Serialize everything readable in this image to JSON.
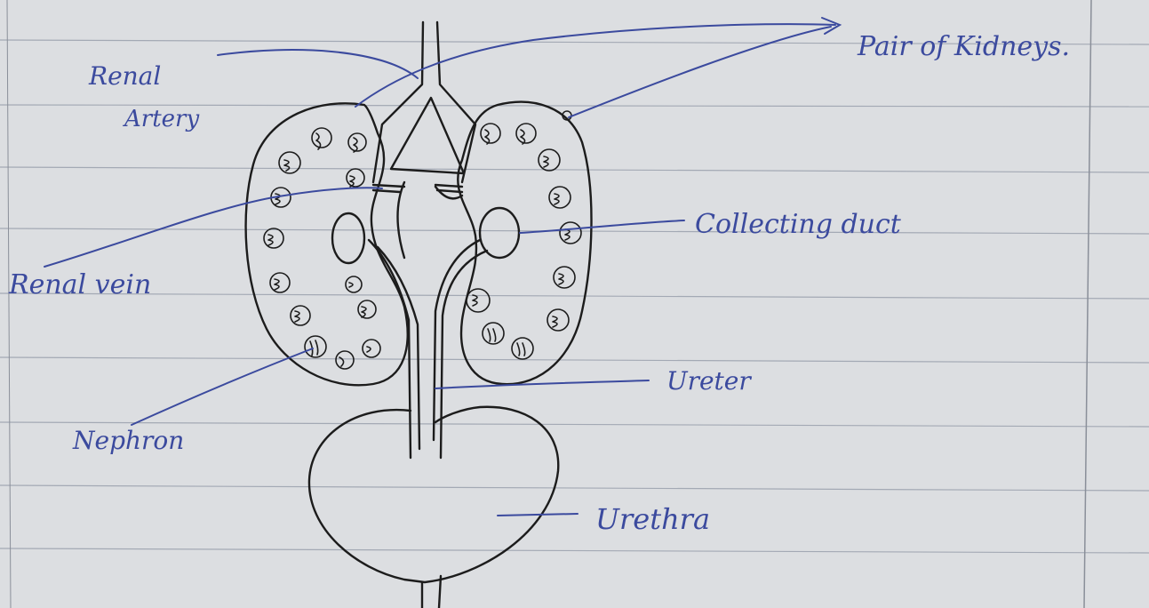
{
  "labels": {
    "renal_artery": "Renal Artery",
    "pair_of_kidneys": "Pair of Kidneys.",
    "collecting_duct": "Collecting duct",
    "renal_vein": "Renal vein",
    "ureter": "Ureter",
    "nephron": "Nephron",
    "urethra": "Urethra"
  },
  "colors": {
    "paper": "#dcdee1",
    "rule_line": "#9aa0ad",
    "margin_line": "#8a8f99",
    "pencil": "#1c1c1c",
    "ink": "#3b4a9e"
  }
}
